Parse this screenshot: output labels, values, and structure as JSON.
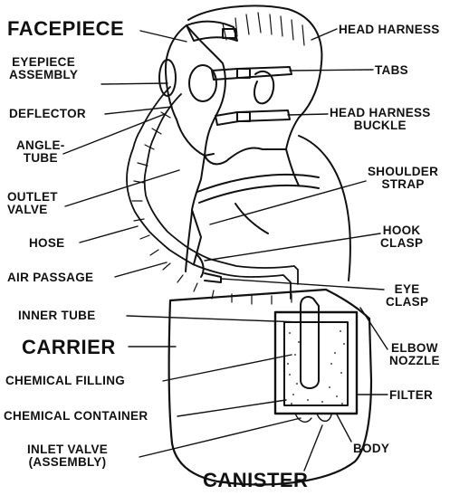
{
  "labels": {
    "facepiece": "FACEPIECE",
    "eyepiece_assembly": "EYEPIECE\nASSEMBLY",
    "deflector": "DEFLECTOR",
    "angle_tube": "ANGLE-\nTUBE",
    "outlet_valve": "OUTLET\nVALVE",
    "hose": "HOSE",
    "air_passage": "AIR PASSAGE",
    "inner_tube": "INNER TUBE",
    "carrier": "CARRIER",
    "chemical_filling": "CHEMICAL FILLING",
    "chemical_container": "CHEMICAL CONTAINER",
    "inlet_valve": "INLET VALVE\n(ASSEMBLY)",
    "canister": "CANISTER",
    "head_harness": "HEAD HARNESS",
    "tabs": "TABS",
    "head_harness_buckle": "HEAD HARNESS\nBUCKLE",
    "shoulder_strap": "SHOULDER\nSTRAP",
    "hook_clasp": "HOOK\nCLASP",
    "eye_clasp": "EYE\nCLASP",
    "elbow_nozzle": "ELBOW\nNOZZLE",
    "filter": "FILTER",
    "body": "BODY"
  },
  "colors": {
    "ink": "#111111",
    "paper": "#ffffff"
  }
}
